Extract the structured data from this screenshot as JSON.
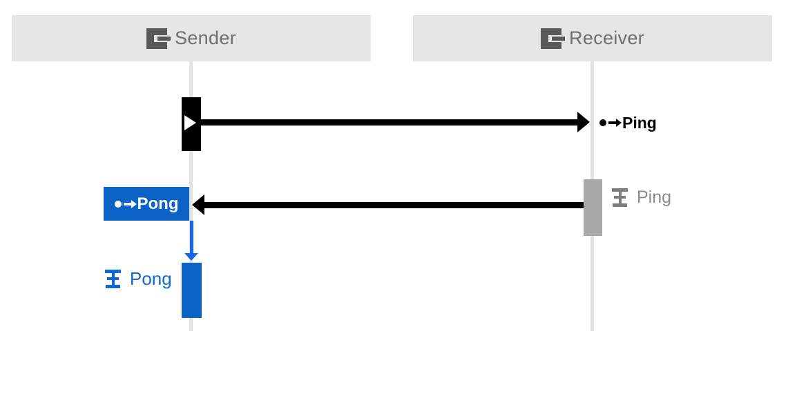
{
  "lanes": [
    {
      "id": "sender",
      "label": "Sender"
    },
    {
      "id": "receiver",
      "label": "Receiver"
    }
  ],
  "messages": {
    "ping_sent": {
      "label": "Ping",
      "direction": "sender-to-receiver",
      "state": "sent"
    },
    "ping_handled": {
      "label": "Ping",
      "state": "handled"
    },
    "pong_sent": {
      "label": "Pong",
      "direction": "receiver-to-sender",
      "state": "sent-selected"
    },
    "pong_handled": {
      "label": "Pong",
      "state": "handled-selected"
    }
  },
  "icons": {
    "endpoint": "endpoint-icon",
    "sent_message": "dot-arrow-icon",
    "handler": "handler-icon",
    "start": "play-triangle-icon"
  },
  "colors": {
    "background": "#ffffff",
    "header_bg": "#e6e6e6",
    "header_text": "#6e6e6e",
    "endpoint_icon": "#595959",
    "lifeline": "#e3e3e3",
    "message_black": "#000000",
    "activation_receiver_gray": "#a8a8a8",
    "handled_text_gray": "#8c8c8c",
    "selected_blue": "#0b63c5",
    "arrow_blue": "#1567e8",
    "handled_text_blue": "#1269cd"
  }
}
